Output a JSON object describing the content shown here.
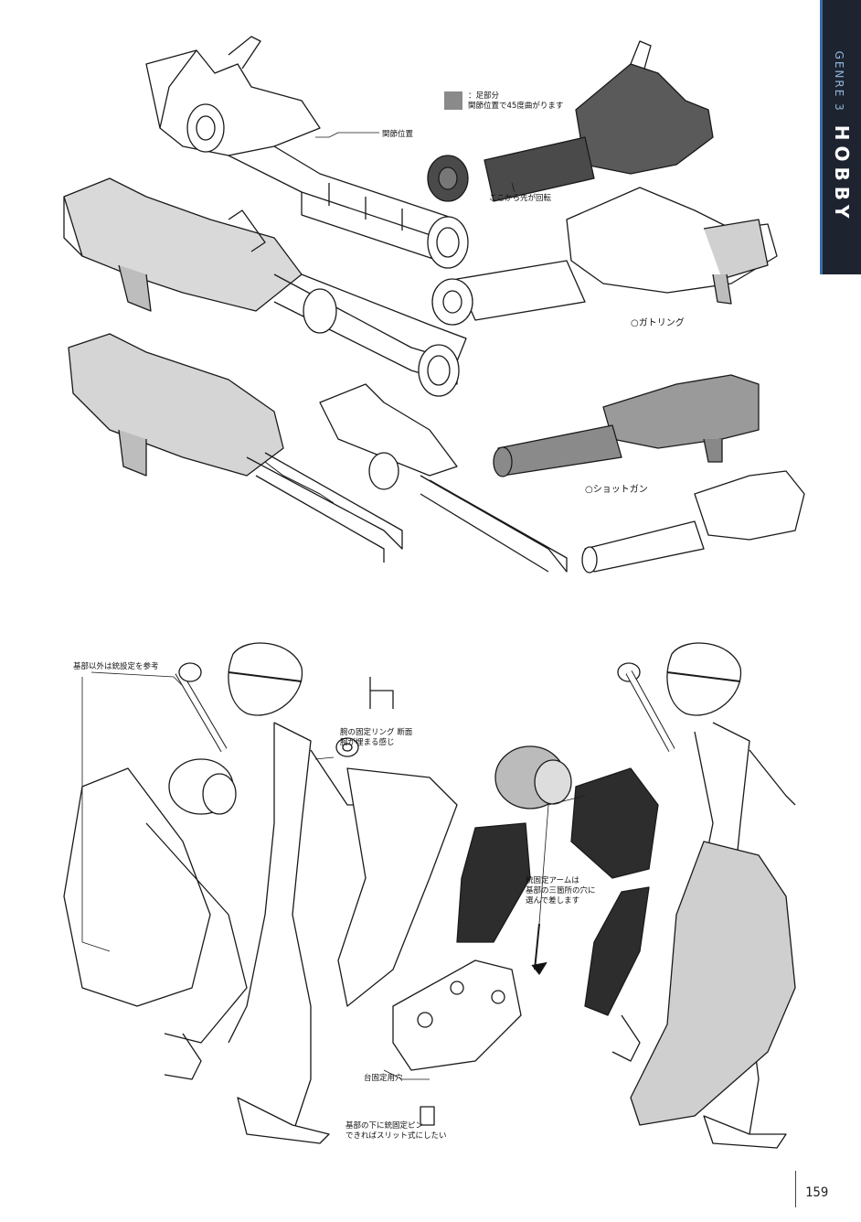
{
  "header": {
    "genre": "GENRE 3",
    "section": "HOBBY"
  },
  "labels": {
    "joint_position": "関節位置",
    "legend_title": "：足部分",
    "legend_desc": "関節位置で45度曲がります",
    "rotate_from_here": "ここから先が回転",
    "gatling": "○ガトリング",
    "shotgun": "○ショットガン",
    "refer_gun_settings": "基部以外は銃設定を参考",
    "ring_section": "腕の固定リング 断面\n腕が埋まる感じ",
    "arm_fixing": "銃固定アームは\n基部の三箇所の穴に\n選んで差します",
    "base_hole": "台固定用穴",
    "slit_pin": "基部の下に銃固定ピン\nできればスリット式にしたい"
  },
  "colors": {
    "tab_bg": "#1d2430",
    "tab_accent": "#3a6ea5",
    "legend_gray": "#8a8a8a",
    "dark_part": "#3a3a3a"
  },
  "page_number": "159"
}
